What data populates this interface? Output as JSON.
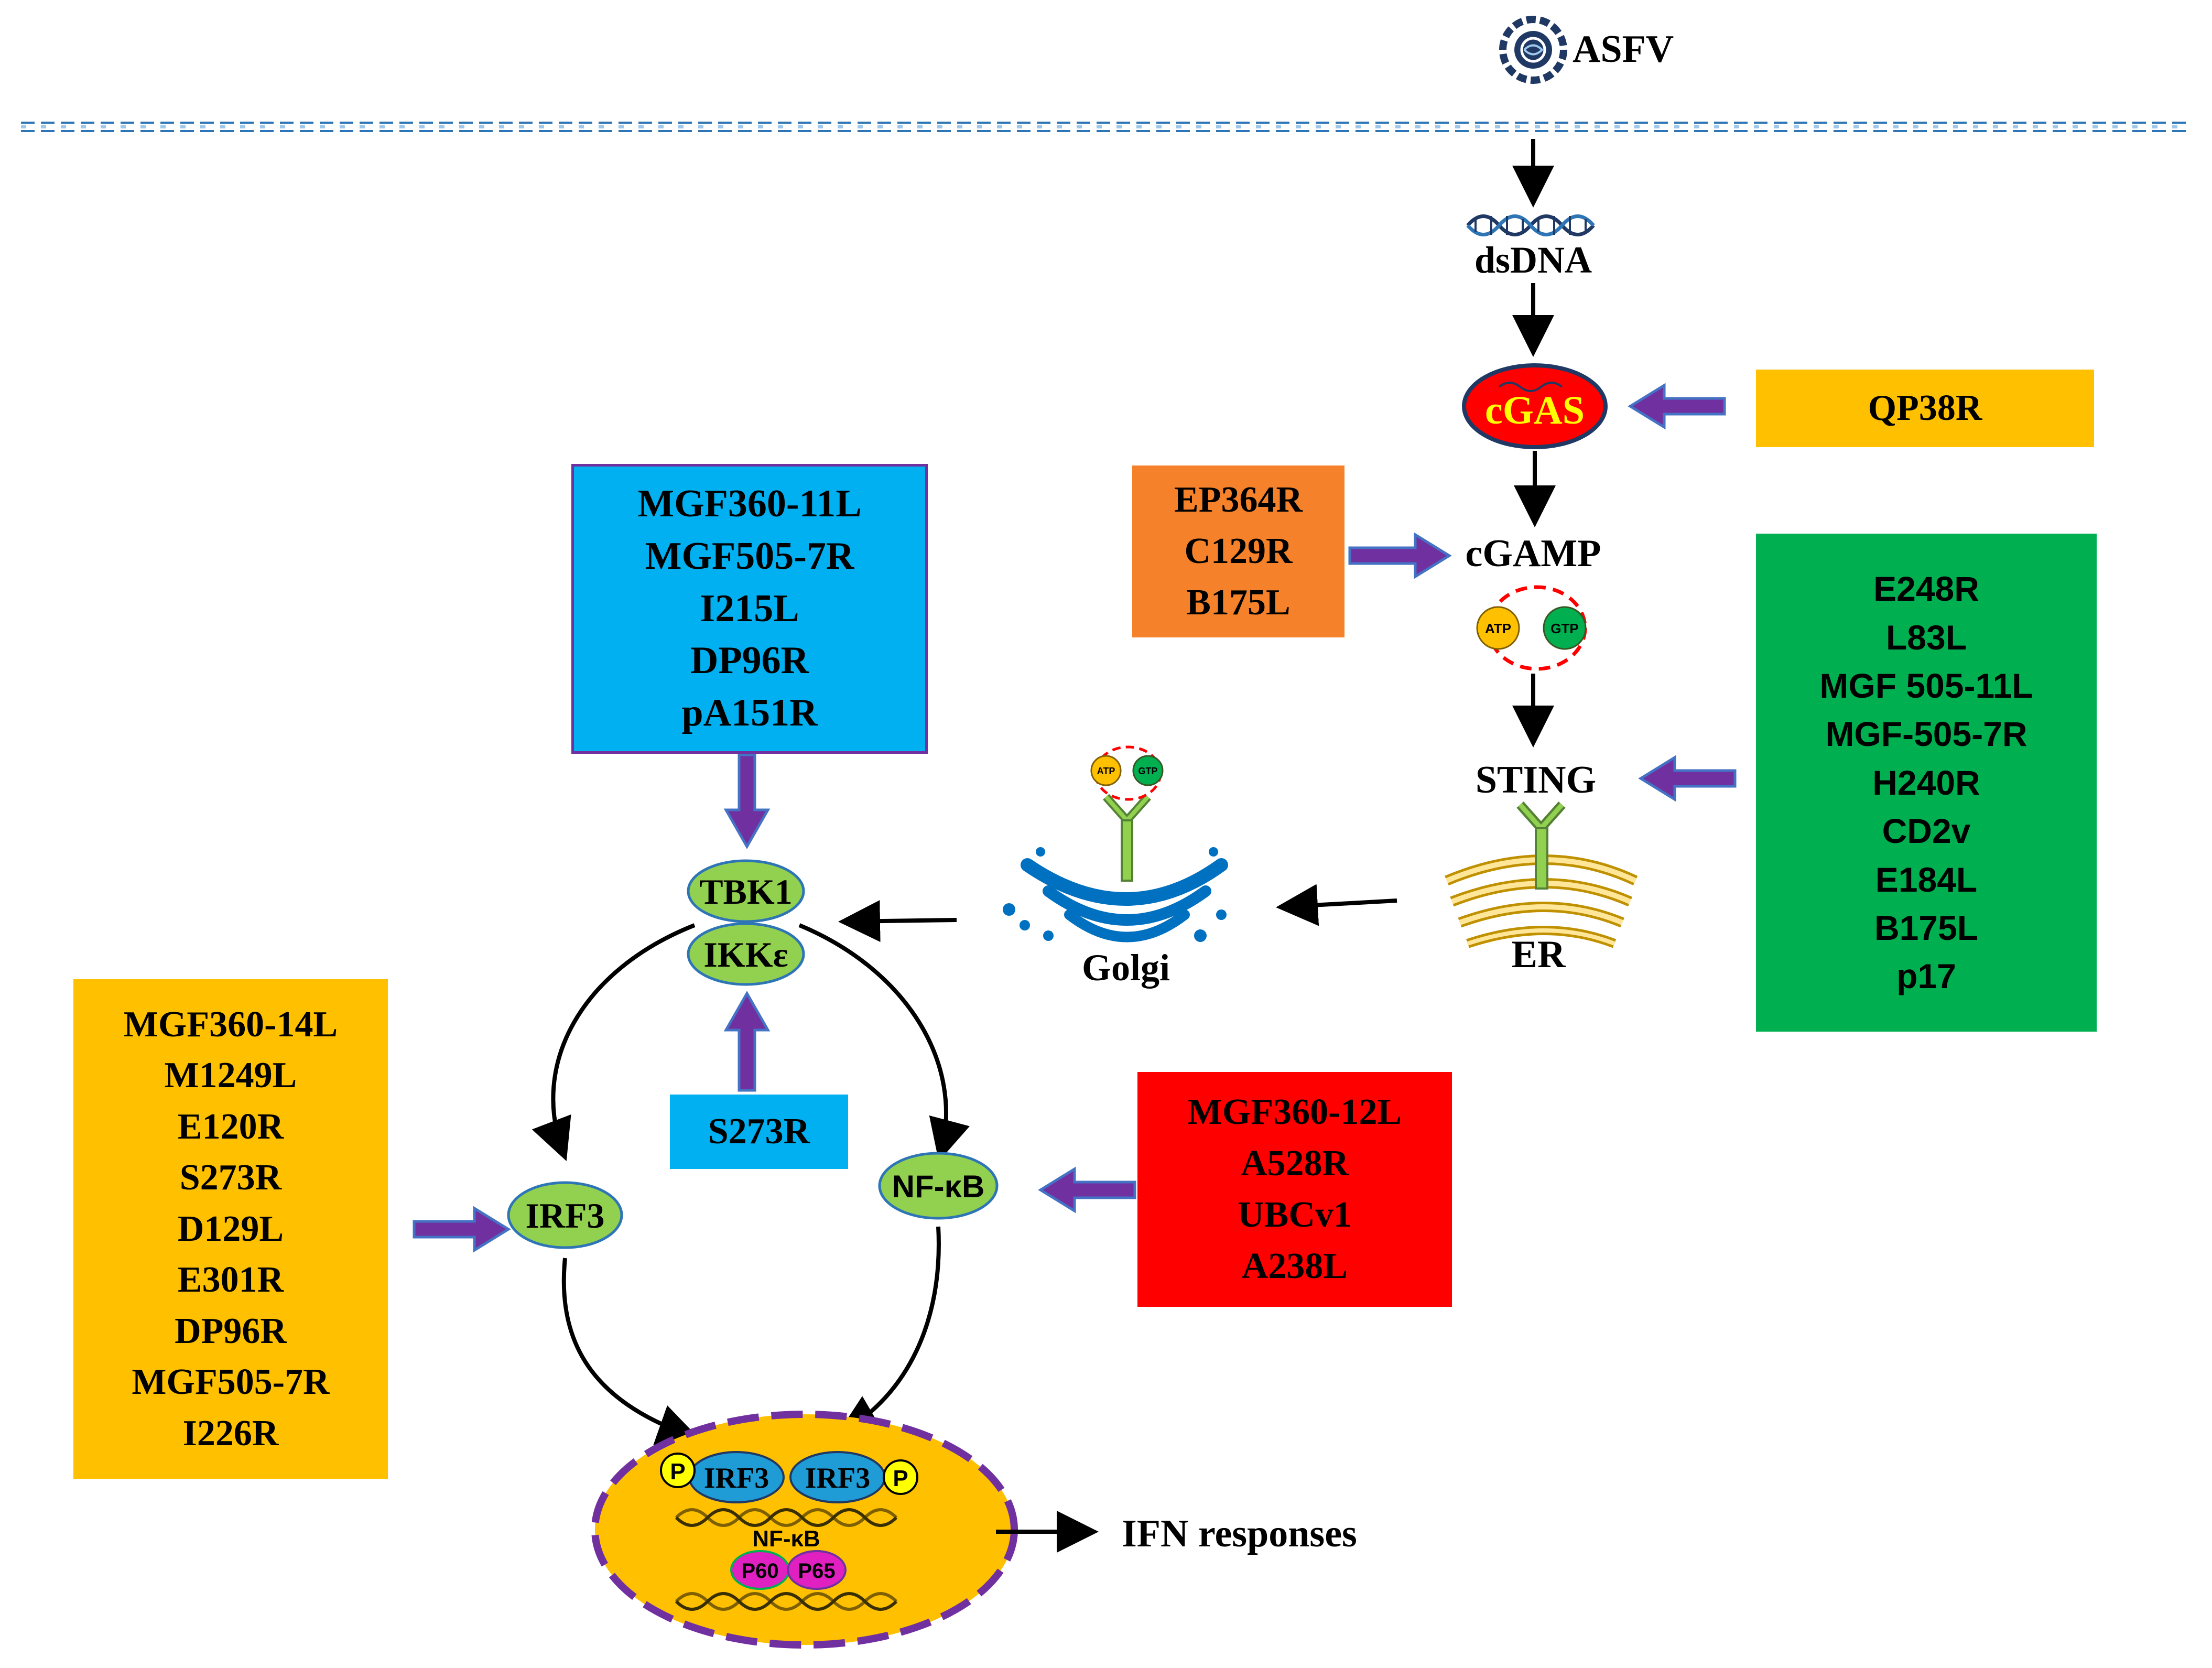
{
  "virus": "ASFV",
  "nodes": {
    "dsdna": "dsDNA",
    "cgas": "cGAS",
    "cgamp": "cGAMP",
    "sting": "STING",
    "er": "ER",
    "golgi": "Golgi",
    "tbk1": "TBK1",
    "ikke": "IKKε",
    "irf3": "IRF3",
    "nfkb": "NF-κB",
    "atp": "ATP",
    "gtp": "GTP"
  },
  "nucleus": {
    "p": "P",
    "irf3": "IRF3",
    "nfkb": "NF-κB",
    "p60": "P60",
    "p65": "P65"
  },
  "output": "IFN responses",
  "inhibitor_boxes": {
    "qp38r": {
      "color": "#ffc000",
      "items": [
        "QP38R"
      ]
    },
    "ep364r": {
      "color": "#f5822a",
      "items": [
        "EP364R",
        "C129R",
        "B175L"
      ]
    },
    "sting_group": {
      "color": "#00b050",
      "items": [
        "E248R",
        "L83L",
        "MGF 505-11L",
        "MGF-505-7R",
        "H240R",
        "CD2v",
        "E184L",
        "B175L",
        "p17"
      ]
    },
    "tbk1_group": {
      "color": "#00b0f0",
      "items": [
        "MGF360-11L",
        "MGF505-7R",
        "I215L",
        "DP96R",
        "pA151R"
      ]
    },
    "s273r": {
      "color": "#00b0f0",
      "items": [
        "S273R"
      ]
    },
    "irf3_group": {
      "color": "#ffc000",
      "items": [
        "MGF360-14L",
        "M1249L",
        "E120R",
        "S273R",
        "D129L",
        "E301R",
        "DP96R",
        "MGF505-7R",
        "I226R"
      ]
    },
    "nfkb_group": {
      "color": "#ff0000",
      "items": [
        "MGF360-12L",
        "A528R",
        "UBCv1",
        "A238L"
      ]
    }
  },
  "colors": {
    "inhibition_arrow": "#7030a0",
    "arrow_outline": "#4472c4",
    "node_green": "#92d050",
    "node_blue": "#1f9bd6",
    "cgas_red": "#ff0000",
    "nucleus_fill": "#ffc000",
    "nucleus_border": "#7030a0",
    "membrane": "#2e75b6"
  }
}
